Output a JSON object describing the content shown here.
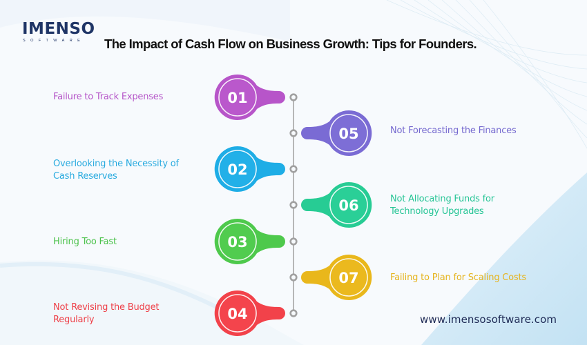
{
  "brand": {
    "name": "IMENSO",
    "tagline": "SOFTWARE",
    "color": "#1f3566"
  },
  "title": "The Impact of Cash Flow on Business Growth: Tips for Founders.",
  "timeline": {
    "line_color": "#9e9e9e",
    "items": [
      {
        "number": "01",
        "label": "Failure to Track Expenses",
        "side": "left",
        "color": "#b755c9",
        "text_color": "#b555c8"
      },
      {
        "number": "02",
        "label": "Overlooking the Necessity of Cash Reserves",
        "side": "left",
        "color": "#1eade6",
        "text_color": "#27aadf"
      },
      {
        "number": "03",
        "label": "Hiring Too Fast",
        "side": "left",
        "color": "#4ec94c",
        "text_color": "#4cc24c"
      },
      {
        "number": "04",
        "label": "Not Revising the Budget Regularly",
        "side": "left",
        "color": "#f2424a",
        "text_color": "#ee4048"
      },
      {
        "number": "05",
        "label": "Not Forecasting the Finances",
        "side": "right",
        "color": "#7a6bd4",
        "text_color": "#7468cf"
      },
      {
        "number": "06",
        "label": "Not Allocating Funds for Technology Upgrades",
        "side": "right",
        "color": "#27cc94",
        "text_color": "#27c596"
      },
      {
        "number": "07",
        "label": "Failing to Plan for Scaling Costs",
        "side": "right",
        "color": "#e9b71b",
        "text_color": "#e6b41e"
      }
    ],
    "labels_split": {
      "l1": [
        "Failure to Track Expenses"
      ],
      "l2": [
        "Overlooking the Necessity of",
        "Cash Reserves"
      ],
      "l3": [
        "Hiring Too Fast"
      ],
      "l4": [
        "Not Revising the Budget",
        "Regularly"
      ],
      "l5": [
        "Not Forecasting the Finances"
      ],
      "l6": [
        "Not Allocating Funds for",
        "Technology Upgrades"
      ],
      "l7": [
        "Failing to Plan for Scaling Costs"
      ]
    }
  },
  "footer": {
    "website": "www.imensosoftware.com"
  }
}
